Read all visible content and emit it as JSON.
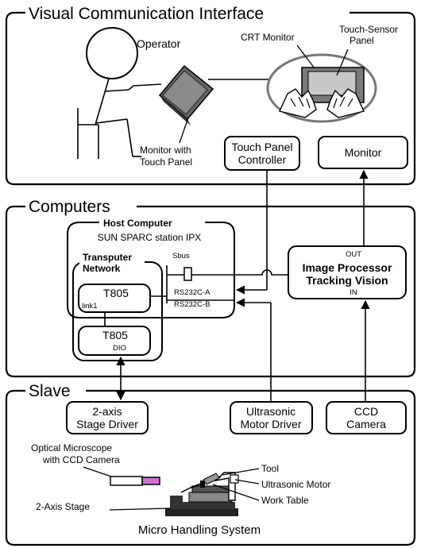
{
  "sections": {
    "visual": "Visual Communication Interface",
    "computers": "Computers",
    "slave": "Slave"
  },
  "operator": {
    "label": "Operator",
    "monitor_line1": "Monitor with",
    "monitor_line2": "Touch Panel"
  },
  "crt": {
    "label": "CRT Monitor",
    "touch_line1": "Touch-Sensor",
    "touch_line2": "Panel"
  },
  "boxes": {
    "touch_controller_line1": "Touch Panel",
    "touch_controller_line2": "Controller",
    "monitor": "Monitor"
  },
  "host": {
    "title": "Host Computer",
    "subtitle": "SUN SPARC station IPX",
    "sbus": "Sbus",
    "rs232a": "RS232C-A",
    "rs232b": "RS232C-B"
  },
  "transputer": {
    "line1": "Transputer",
    "line2": "Network",
    "t805_1": "T805",
    "link1": "link1",
    "t805_2": "T805",
    "dio": "DIO"
  },
  "image_processor": {
    "out": "OUT",
    "line1": "Image Processor",
    "line2": "Tracking Vision",
    "in": "IN"
  },
  "slave": {
    "stage_driver_line1": "2-axis",
    "stage_driver_line2": "Stage Driver",
    "ultra_driver_line1": "Ultrasonic",
    "ultra_driver_line2": "Motor Driver",
    "ccd_line1": "CCD",
    "ccd_line2": "Camera",
    "microscope_line1": "Optical Microscope",
    "microscope_line2": "with CCD Camera",
    "stage": "2-Axis Stage",
    "tool": "Tool",
    "ultra_motor": "Ultrasonic Motor",
    "work_table": "Work Table",
    "system": "Micro Handling System"
  },
  "icons": [
    "operator-figure-icon",
    "monitor-touch-panel-icon",
    "crt-monitor-icon",
    "microscope-icon",
    "micro-handling-system-icon"
  ]
}
